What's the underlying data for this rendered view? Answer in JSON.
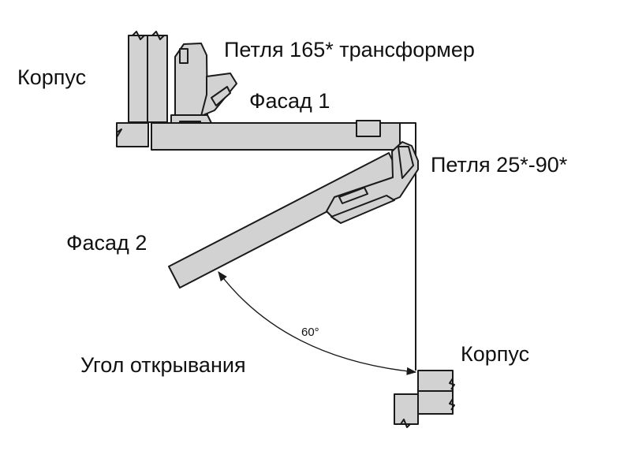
{
  "labels": {
    "korpus_top": "Корпус",
    "hinge_165": "Петля 165* трансформер",
    "facade_1": "Фасад 1",
    "hinge_25_90": "Петля 25*-90*",
    "facade_2": "Фасад 2",
    "angle_value": "60°",
    "opening_angle": "Угол открывания",
    "korpus_bottom": "Корпус"
  },
  "colors": {
    "panel_fill": "#d2d2d2",
    "stroke": "#1a1a1a",
    "background": "#ffffff"
  }
}
